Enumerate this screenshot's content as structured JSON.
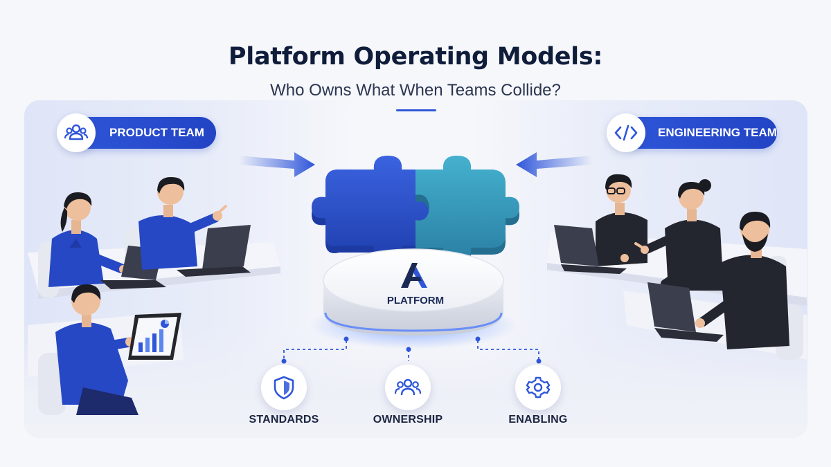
{
  "header": {
    "title": "Platform Operating Models:",
    "subtitle": "Who Owns What When Teams Collide?"
  },
  "teams": {
    "product": {
      "label": "PRODUCT TEAM",
      "icon": "users-icon"
    },
    "engineering": {
      "label": "ENGINEERING TEAM",
      "icon": "code-icon"
    }
  },
  "platform": {
    "label": "PLATFORM",
    "logo_letter": "A"
  },
  "features": [
    {
      "label": "STANDARDS",
      "icon": "shield-icon"
    },
    {
      "label": "OWNERSHIP",
      "icon": "people-icon"
    },
    {
      "label": "ENABLING",
      "icon": "gear-icon"
    }
  ],
  "colors": {
    "primary_blue": "#2f56d9",
    "teal": "#3aa6c4",
    "navy": "#0f1d3b",
    "dark_hoodie": "#23262e"
  }
}
